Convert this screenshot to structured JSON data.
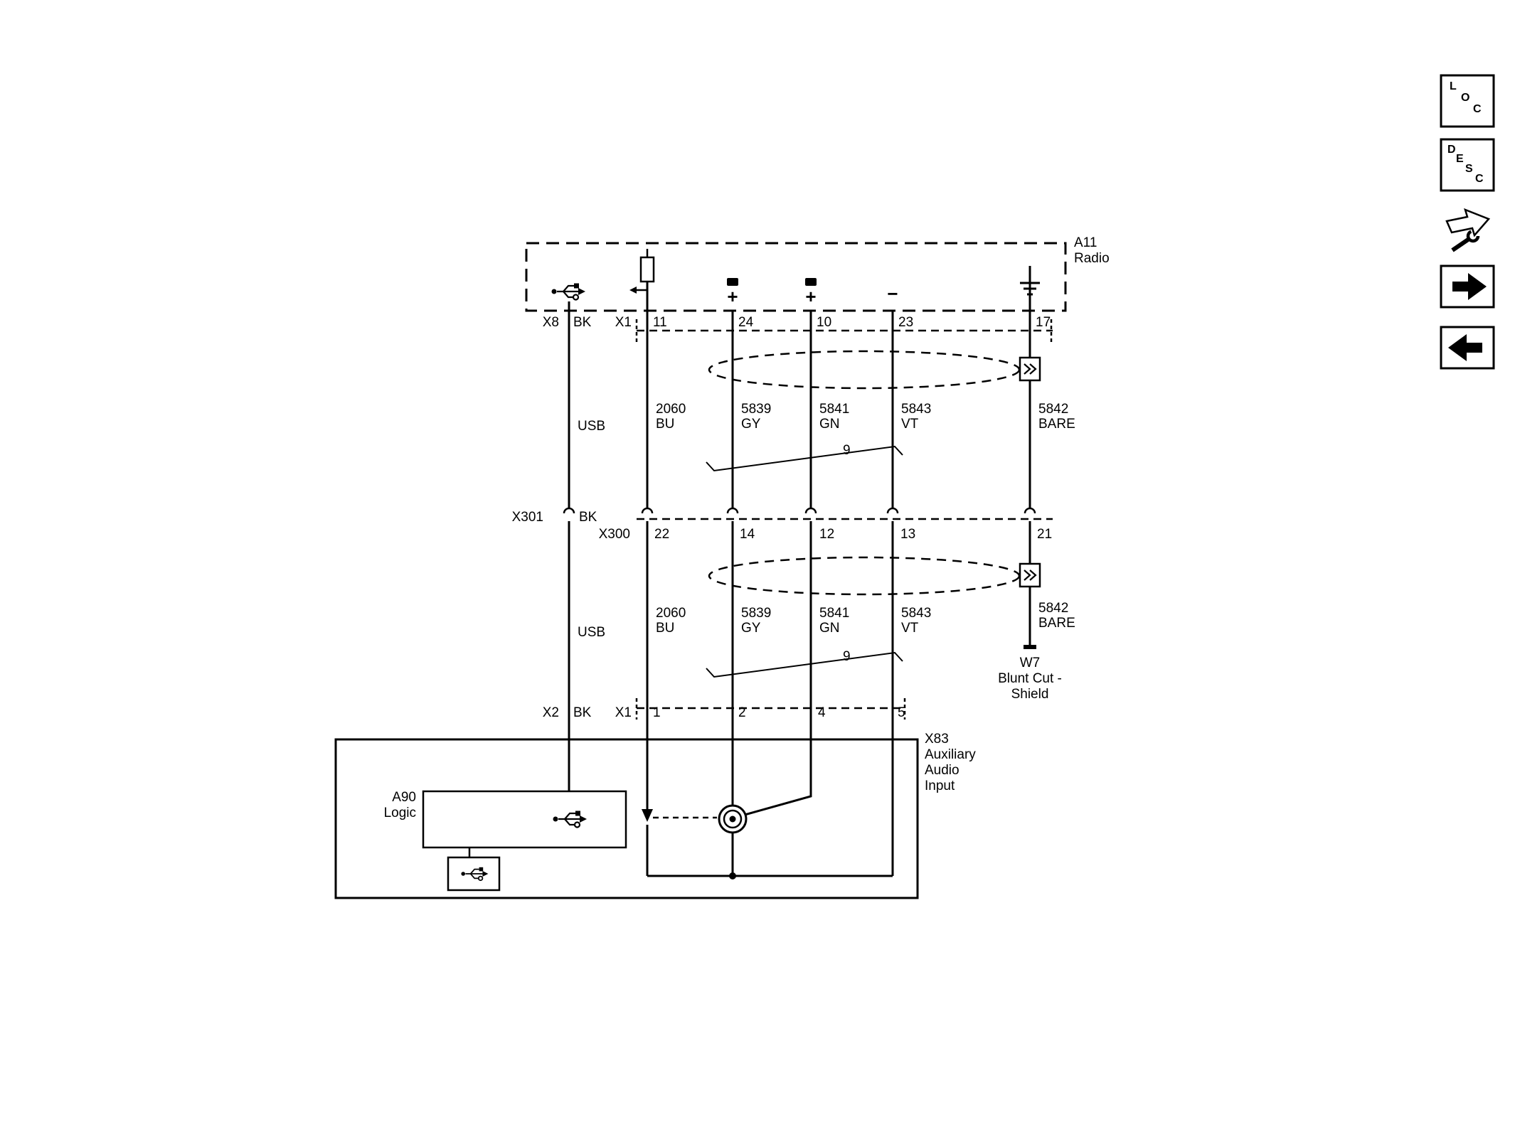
{
  "radio": {
    "code": "A11",
    "name": "Radio"
  },
  "symbols": {
    "plus": "+",
    "minus": "−"
  },
  "connector_top": {
    "x8": "X8",
    "bk": "BK",
    "x1": "X1",
    "p11": "11",
    "p24": "24",
    "p10": "10",
    "p23": "23",
    "p17": "17"
  },
  "connector_mid": {
    "x301": "X301",
    "bk": "BK",
    "x300": "X300",
    "p22": "22",
    "p14": "14",
    "p12": "12",
    "p13": "13",
    "p21": "21"
  },
  "connector_bottom": {
    "x2": "X2",
    "bk": "BK",
    "x1": "X1",
    "p1": "1",
    "p2": "2",
    "p4": "4",
    "p5": "5"
  },
  "wires": {
    "usb": "USB",
    "bu": {
      "num": "2060",
      "color": "BU"
    },
    "gy": {
      "num": "5839",
      "color": "GY"
    },
    "gn": {
      "num": "5841",
      "color": "GN"
    },
    "vt": {
      "num": "5843",
      "color": "VT"
    },
    "bare": {
      "num": "5842",
      "color": "BARE"
    },
    "twist_count": "9"
  },
  "w7": {
    "code": "W7",
    "desc1": "Blunt Cut -",
    "desc2": "Shield"
  },
  "aux": {
    "code": "X83",
    "l1": "Auxiliary",
    "l2": "Audio",
    "l3": "Input"
  },
  "logic": {
    "code": "A90",
    "name": "Logic"
  },
  "sidebar": {
    "loc": {
      "l": "L",
      "o": "O",
      "c": "C"
    },
    "desc": {
      "d": "D",
      "e": "E",
      "s": "S",
      "c": "C"
    }
  }
}
